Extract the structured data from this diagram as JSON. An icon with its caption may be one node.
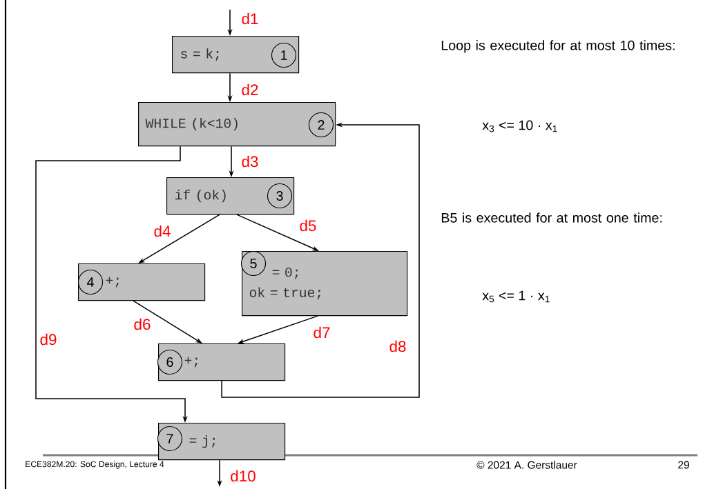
{
  "diagram": {
    "nodes": [
      {
        "text": [
          "s = k;"
        ]
      },
      {
        "text": [
          "1"
        ],
        "in": 0
      },
      {
        "text": [
          "WHILE (k<10)"
        ]
      },
      {
        "text": [
          "2"
        ],
        "in": 2
      },
      {
        "text": [
          "if (ok)"
        ]
      },
      {
        "text": [
          "3"
        ],
        "in": 4
      },
      {
        "text": [
          "+;"
        ]
      },
      {
        "text": [
          "4"
        ],
        "in": 6
      },
      {
        "text": [
          "= 0;",
          "ok = true;"
        ]
      },
      {
        "text": [
          "5"
        ],
        "in": 8
      },
      {
        "text": [
          "+;"
        ]
      },
      {
        "text": [
          "6"
        ],
        "in": 10
      },
      {
        "text": [
          "= j;"
        ]
      },
      {
        "text": [
          "7"
        ],
        "in": 12
      }
    ],
    "edges": [
      {
        "from": null,
        "to": 0,
        "arrow": "to",
        "label": "d1"
      },
      {
        "from": 0,
        "to": 2,
        "arrow": "to",
        "label": "d2"
      },
      {
        "from": 2,
        "to": 4,
        "arrow": "to",
        "label": "d3"
      },
      {
        "from": 4,
        "to": 6,
        "arrow": "to",
        "label": "d4"
      },
      {
        "from": 4,
        "to": 8,
        "arrow": "to",
        "label": "d5"
      },
      {
        "from": 6,
        "to": 10,
        "arrow": "to",
        "label": "d6"
      },
      {
        "from": 8,
        "to": 10,
        "arrow": "to",
        "label": "d7"
      },
      {
        "from": 10,
        "to": 2,
        "arrow": "to",
        "label": "d8"
      },
      {
        "from": 2,
        "to": 12,
        "arrow": "to",
        "label": "d9"
      },
      {
        "from": 12,
        "to": null,
        "arrow": "to",
        "label": "d10"
      }
    ],
    "labels": [
      "Loop is executed for at most 10 times:",
      "x$_{3}$ <= 10 · x$_{1}$",
      "B5 is executed for at most one time:",
      "x$_{5}$ <= 1 · x$_{1}$",
      "ECE382M.20: SoC Design, Lecture 4",
      "© 2021 A. Gerstlauer",
      "29"
    ]
  }
}
